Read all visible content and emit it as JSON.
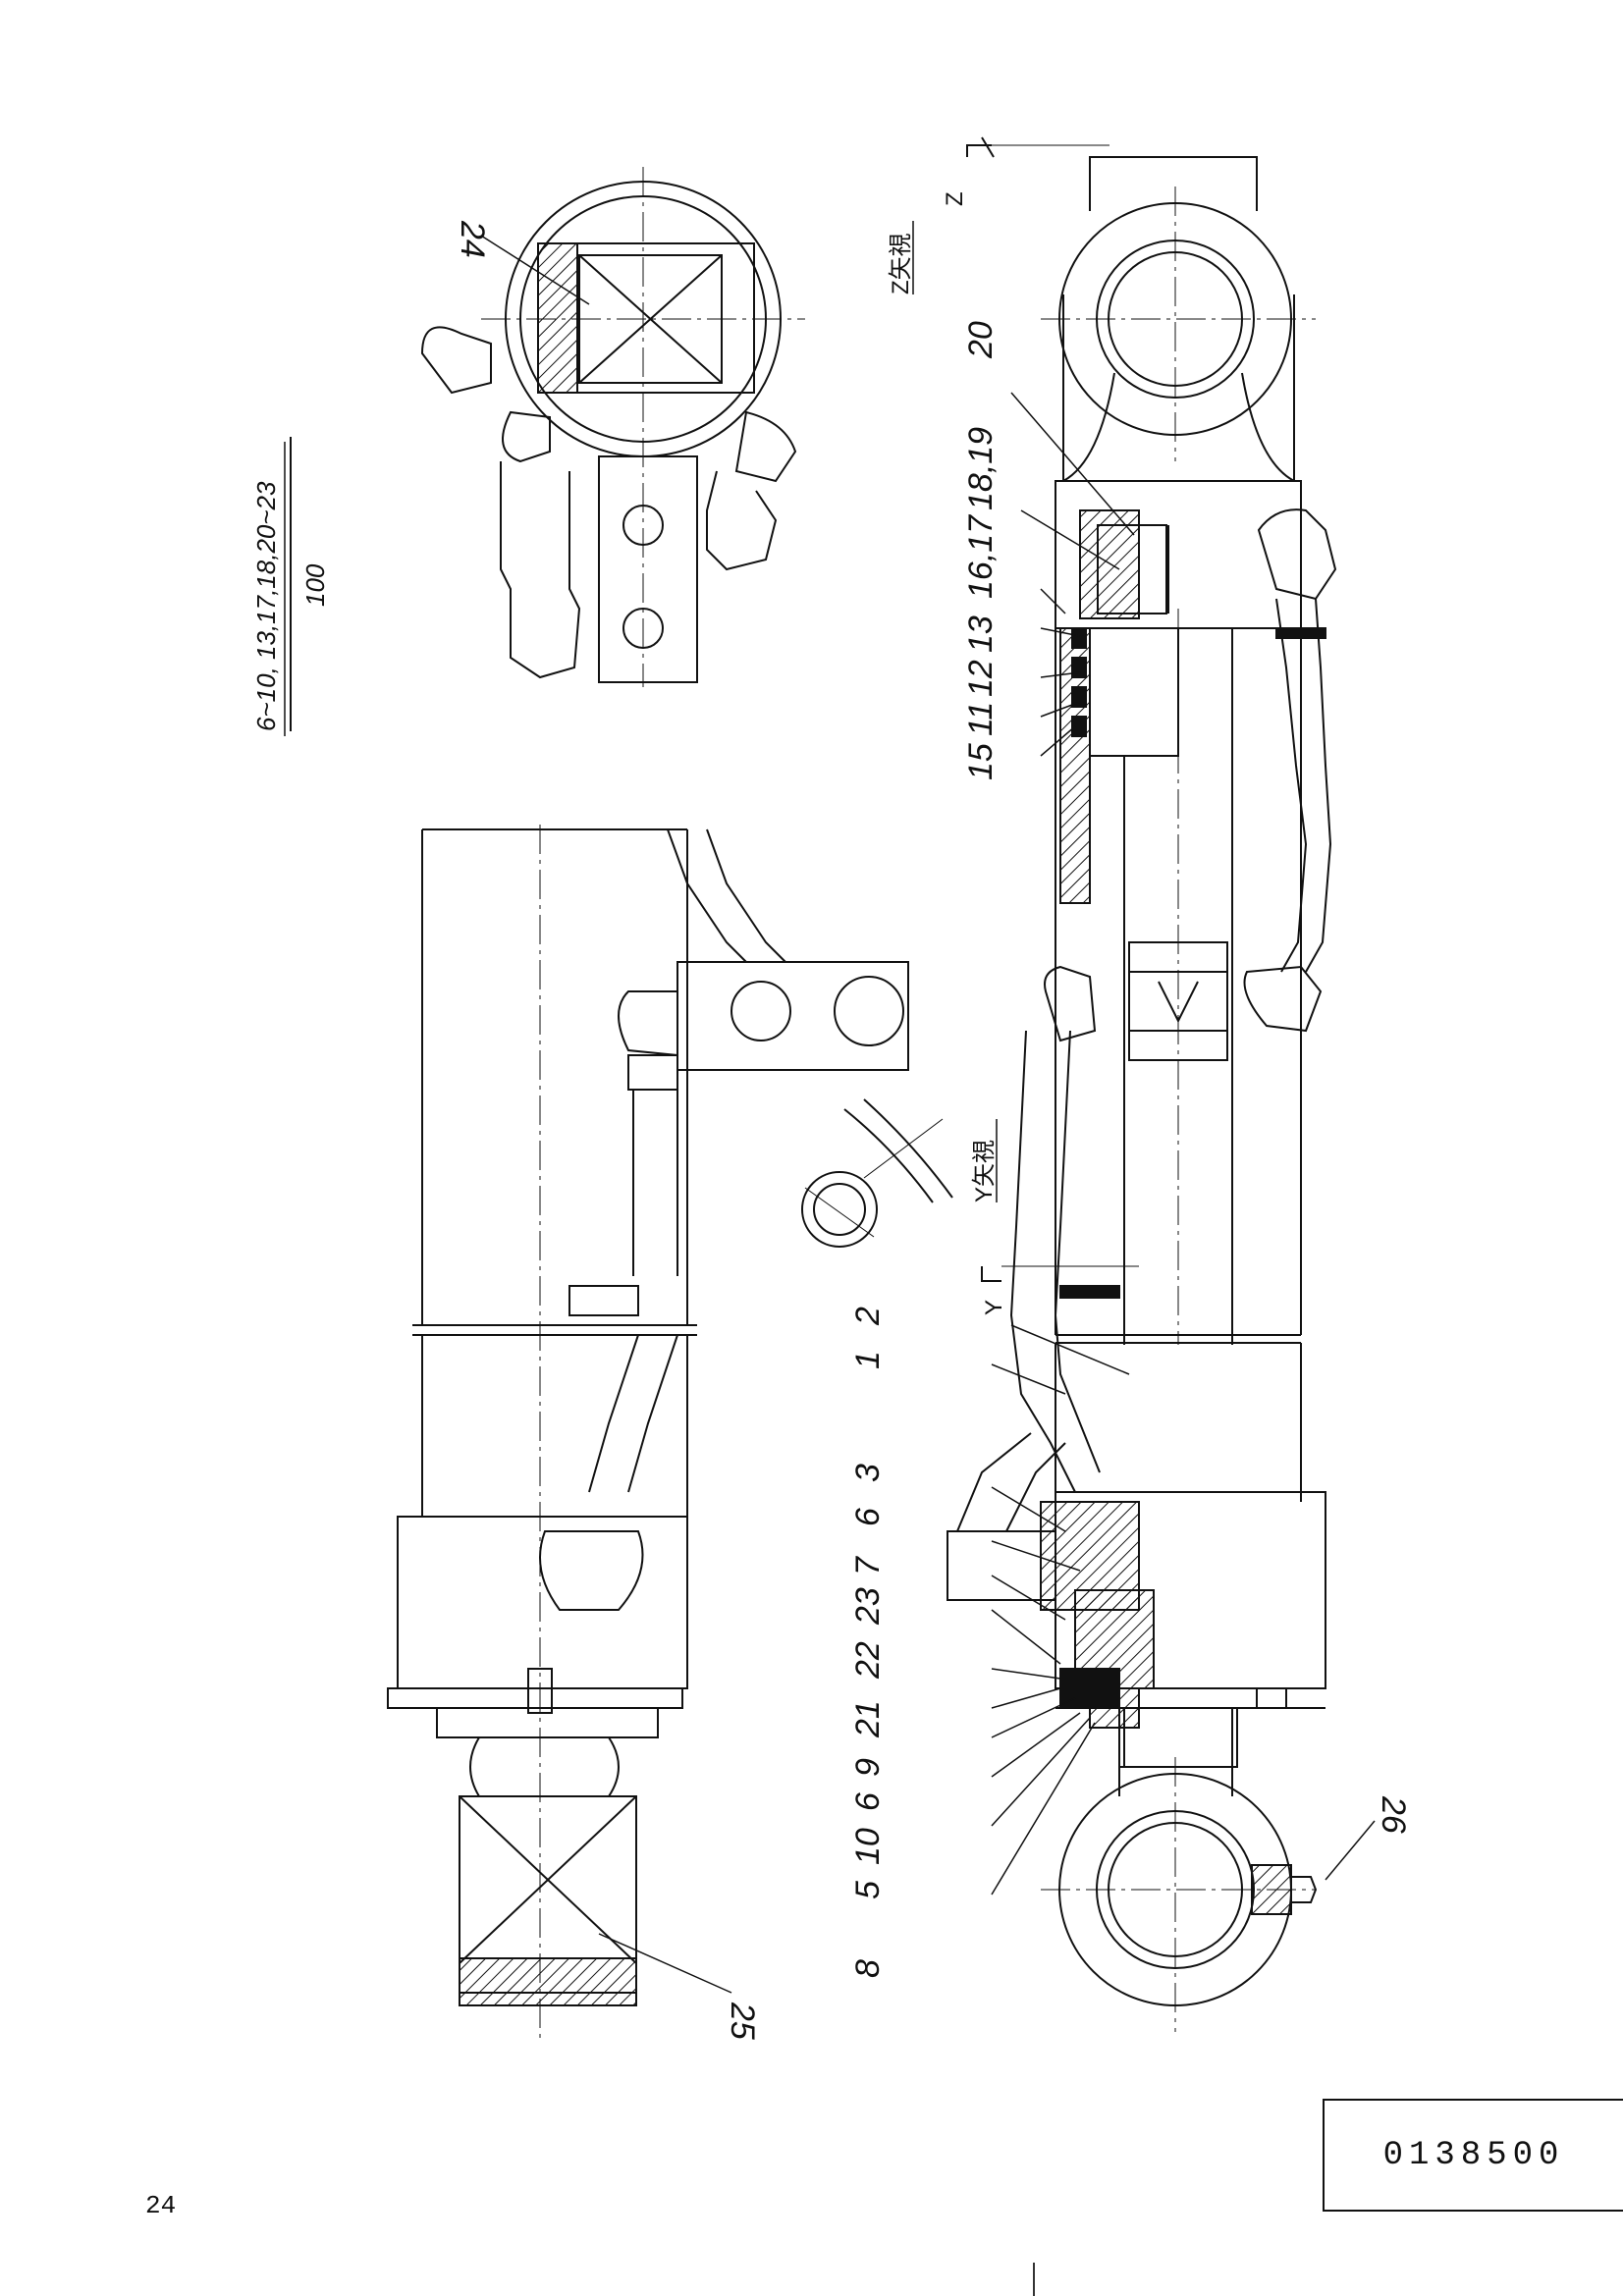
{
  "drawing": {
    "balloons": [
      {
        "id": "24",
        "text": "24"
      },
      {
        "id": "25",
        "text": "25"
      },
      {
        "id": "26",
        "text": "26"
      },
      {
        "id": "20",
        "text": "20"
      },
      {
        "id": "18_19",
        "text": "18,19"
      },
      {
        "id": "16_17",
        "text": "16,17"
      },
      {
        "id": "13",
        "text": "13"
      },
      {
        "id": "12",
        "text": "12"
      },
      {
        "id": "11",
        "text": "11"
      },
      {
        "id": "15",
        "text": "15"
      },
      {
        "id": "2",
        "text": "2"
      },
      {
        "id": "1",
        "text": "1"
      },
      {
        "id": "3",
        "text": "3"
      },
      {
        "id": "6a",
        "text": "6"
      },
      {
        "id": "7",
        "text": "7"
      },
      {
        "id": "23",
        "text": "23"
      },
      {
        "id": "22",
        "text": "22"
      },
      {
        "id": "21",
        "text": "21"
      },
      {
        "id": "9",
        "text": "9"
      },
      {
        "id": "6b",
        "text": "6"
      },
      {
        "id": "10",
        "text": "10"
      },
      {
        "id": "5",
        "text": "5"
      },
      {
        "id": "8",
        "text": "8"
      }
    ],
    "fraction_top": "6~10, 13,17,18,20~23",
    "fraction_bottom": "100",
    "view_z_label": "Z矢視",
    "view_y_label": "Y矢視",
    "section_mark_z": "Z",
    "section_mark_y": "Y"
  },
  "title_block": {
    "code": "0138500"
  },
  "page": {
    "number": "24"
  }
}
